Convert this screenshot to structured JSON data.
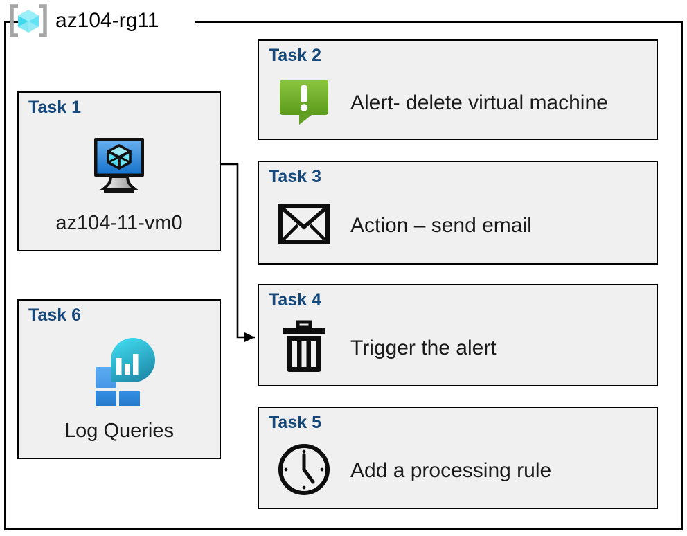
{
  "resource_group": {
    "name": "az104-rg11",
    "icon": "resource-group-cube-icon"
  },
  "colors": {
    "task_label": "#16497b",
    "card_fill": "#f0f0f0",
    "card_border": "#000000",
    "alert_green_light": "#7fbf3f",
    "alert_green_dark": "#5f9c20",
    "vm_blue_light": "#5ea5e8",
    "vm_blue_dark": "#1a72c8",
    "log_blue_light": "#4fa0ef",
    "log_blue_dark": "#2484d8",
    "log_teal_light": "#37d4ec",
    "log_teal_dark": "#1d8aa8",
    "cube_cyan": "#8ee7f4"
  },
  "cards": {
    "task1": {
      "title": "Task 1",
      "caption": "az104-11-vm0",
      "icon": "virtual-machine-icon"
    },
    "task2": {
      "title": "Task 2",
      "caption": "Alert- delete virtual machine",
      "icon": "alert-bubble-icon"
    },
    "task3": {
      "title": "Task 3",
      "caption": "Action – send email",
      "icon": "envelope-icon"
    },
    "task4": {
      "title": "Task 4",
      "caption": "Trigger the alert",
      "icon": "trash-can-icon"
    },
    "task5": {
      "title": "Task 5",
      "caption": "Add a processing rule",
      "icon": "clock-icon"
    },
    "task6": {
      "title": "Task 6",
      "caption": "Log Queries",
      "icon": "log-analytics-icon"
    }
  },
  "connector": {
    "from": "task1-vm-icon",
    "to": "task4-card",
    "arrow": "arrow-right"
  }
}
